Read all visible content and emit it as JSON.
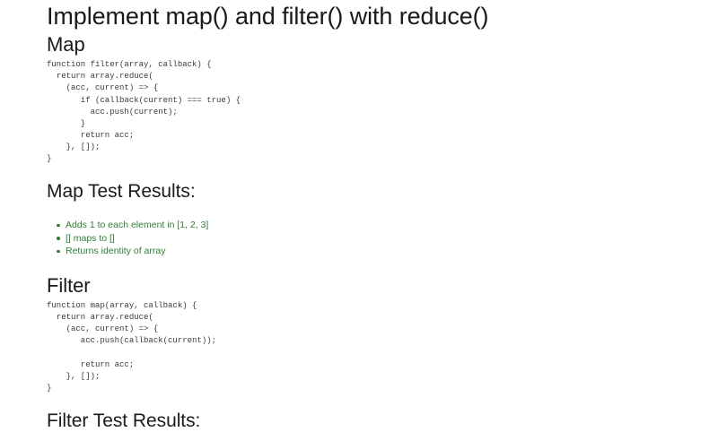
{
  "document": {
    "title": "Implement map() and filter() with reduce()",
    "accent_green": "#2f7d35",
    "text_color": "#1a1a1a",
    "code_color": "#3a3a3a",
    "background": "#ffffff"
  },
  "sections": {
    "map": {
      "heading": "Map",
      "code": "function filter(array, callback) {\n  return array.reduce(\n    (acc, current) => {\n       if (callback(current) === true) {\n         acc.push(current);\n       }\n       return acc;\n    }, []);\n}"
    },
    "map_results": {
      "heading": "Map Test Results:",
      "items": [
        "Adds 1 to each element in [1, 2, 3]",
        "[] maps to []",
        "Returns identity of array"
      ]
    },
    "filter": {
      "heading": "Filter",
      "code": "function map(array, callback) {\n  return array.reduce(\n    (acc, current) => {\n       acc.push(callback(current));\n\n       return acc;\n    }, []);\n}"
    },
    "filter_results": {
      "heading": "Filter Test Results:"
    }
  }
}
